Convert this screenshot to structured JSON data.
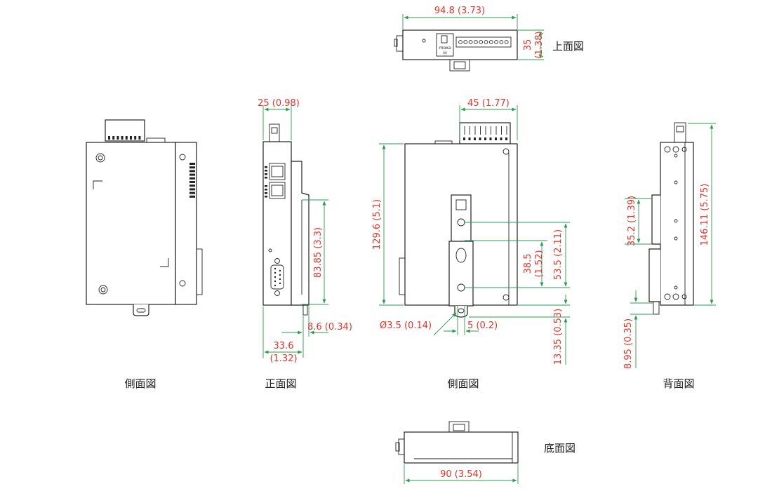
{
  "colors": {
    "dimension_text": "#e8342b",
    "dimension_line": "#2d9b4e",
    "outline": "#222222",
    "label": "#222222"
  },
  "views": {
    "side_left": "側面図",
    "front": "正面図",
    "side_right": "側面図",
    "back": "背面図",
    "top": "上面図",
    "bottom": "底面図"
  },
  "dimensions": {
    "top_width": "94.8 (3.73)",
    "top_depth_mm": "35",
    "top_depth_in": "(1.38)",
    "front_width": "25 (0.98)",
    "front_height": "83.85 (3.3)",
    "front_offset": "8.6 (0.34)",
    "front_depth_mm": "33.6",
    "front_depth_in": "(1.32)",
    "side_width": "45 (1.77)",
    "side_height": "129.6 (5.1)",
    "hole_spacing_1_mm": "38.5",
    "hole_spacing_1_in": "(1.52)",
    "hole_spacing_2": "53.5 (2.11)",
    "hole_diameter": "Ø3.5 (0.14)",
    "hole_offset": "5 (0.2)",
    "bottom_offset": "13.35 (0.53)",
    "back_rail_height": "35.2 (1.39)",
    "back_total_height": "146.11 (5.75)",
    "back_offset": "8.95 (0.35)",
    "bottom_width": "90 (3.54)"
  },
  "top_view_logo": {
    "line1": "moxa",
    "line2": "Ⓜ"
  }
}
